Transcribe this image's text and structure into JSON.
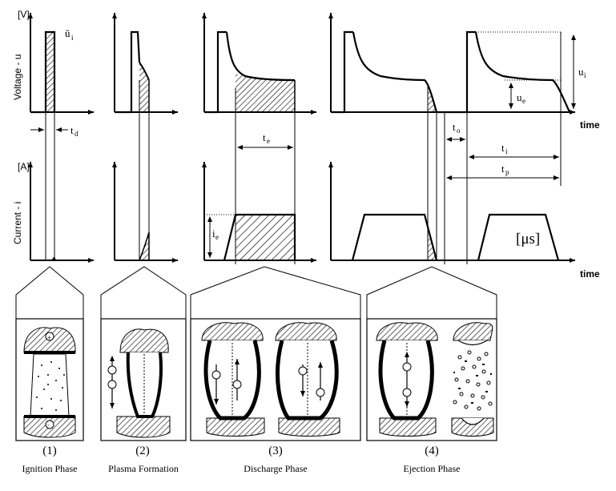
{
  "axes": {
    "voltage_unit": "[V]",
    "voltage_label": "Voltage - u",
    "current_unit": "[A]",
    "current_label": "Current - i",
    "time_label": "time",
    "time_unit": "[μs]"
  },
  "symbols": {
    "ignition_voltage": "û",
    "ignition_voltage_sub": "i",
    "delay_time": "t",
    "delay_time_sub": "d",
    "discharge_time": "t",
    "discharge_time_sub": "e",
    "discharge_current": "i",
    "discharge_current_sub": "e",
    "pause_time": "t",
    "pause_time_sub": "o",
    "pulse_on_time": "t",
    "pulse_on_time_sub": "i",
    "pulse_period": "t",
    "pulse_period_sub": "p",
    "open_voltage": "u",
    "open_voltage_sub": "i",
    "discharge_voltage": "u",
    "discharge_voltage_sub": "e"
  },
  "phases": [
    {
      "number": "(1)",
      "name": "Ignition Phase"
    },
    {
      "number": "(2)",
      "name": "Plasma Formation"
    },
    {
      "number": "(3)",
      "name": "Discharge Phase"
    },
    {
      "number": "(4)",
      "name": "Ejection Phase"
    }
  ]
}
